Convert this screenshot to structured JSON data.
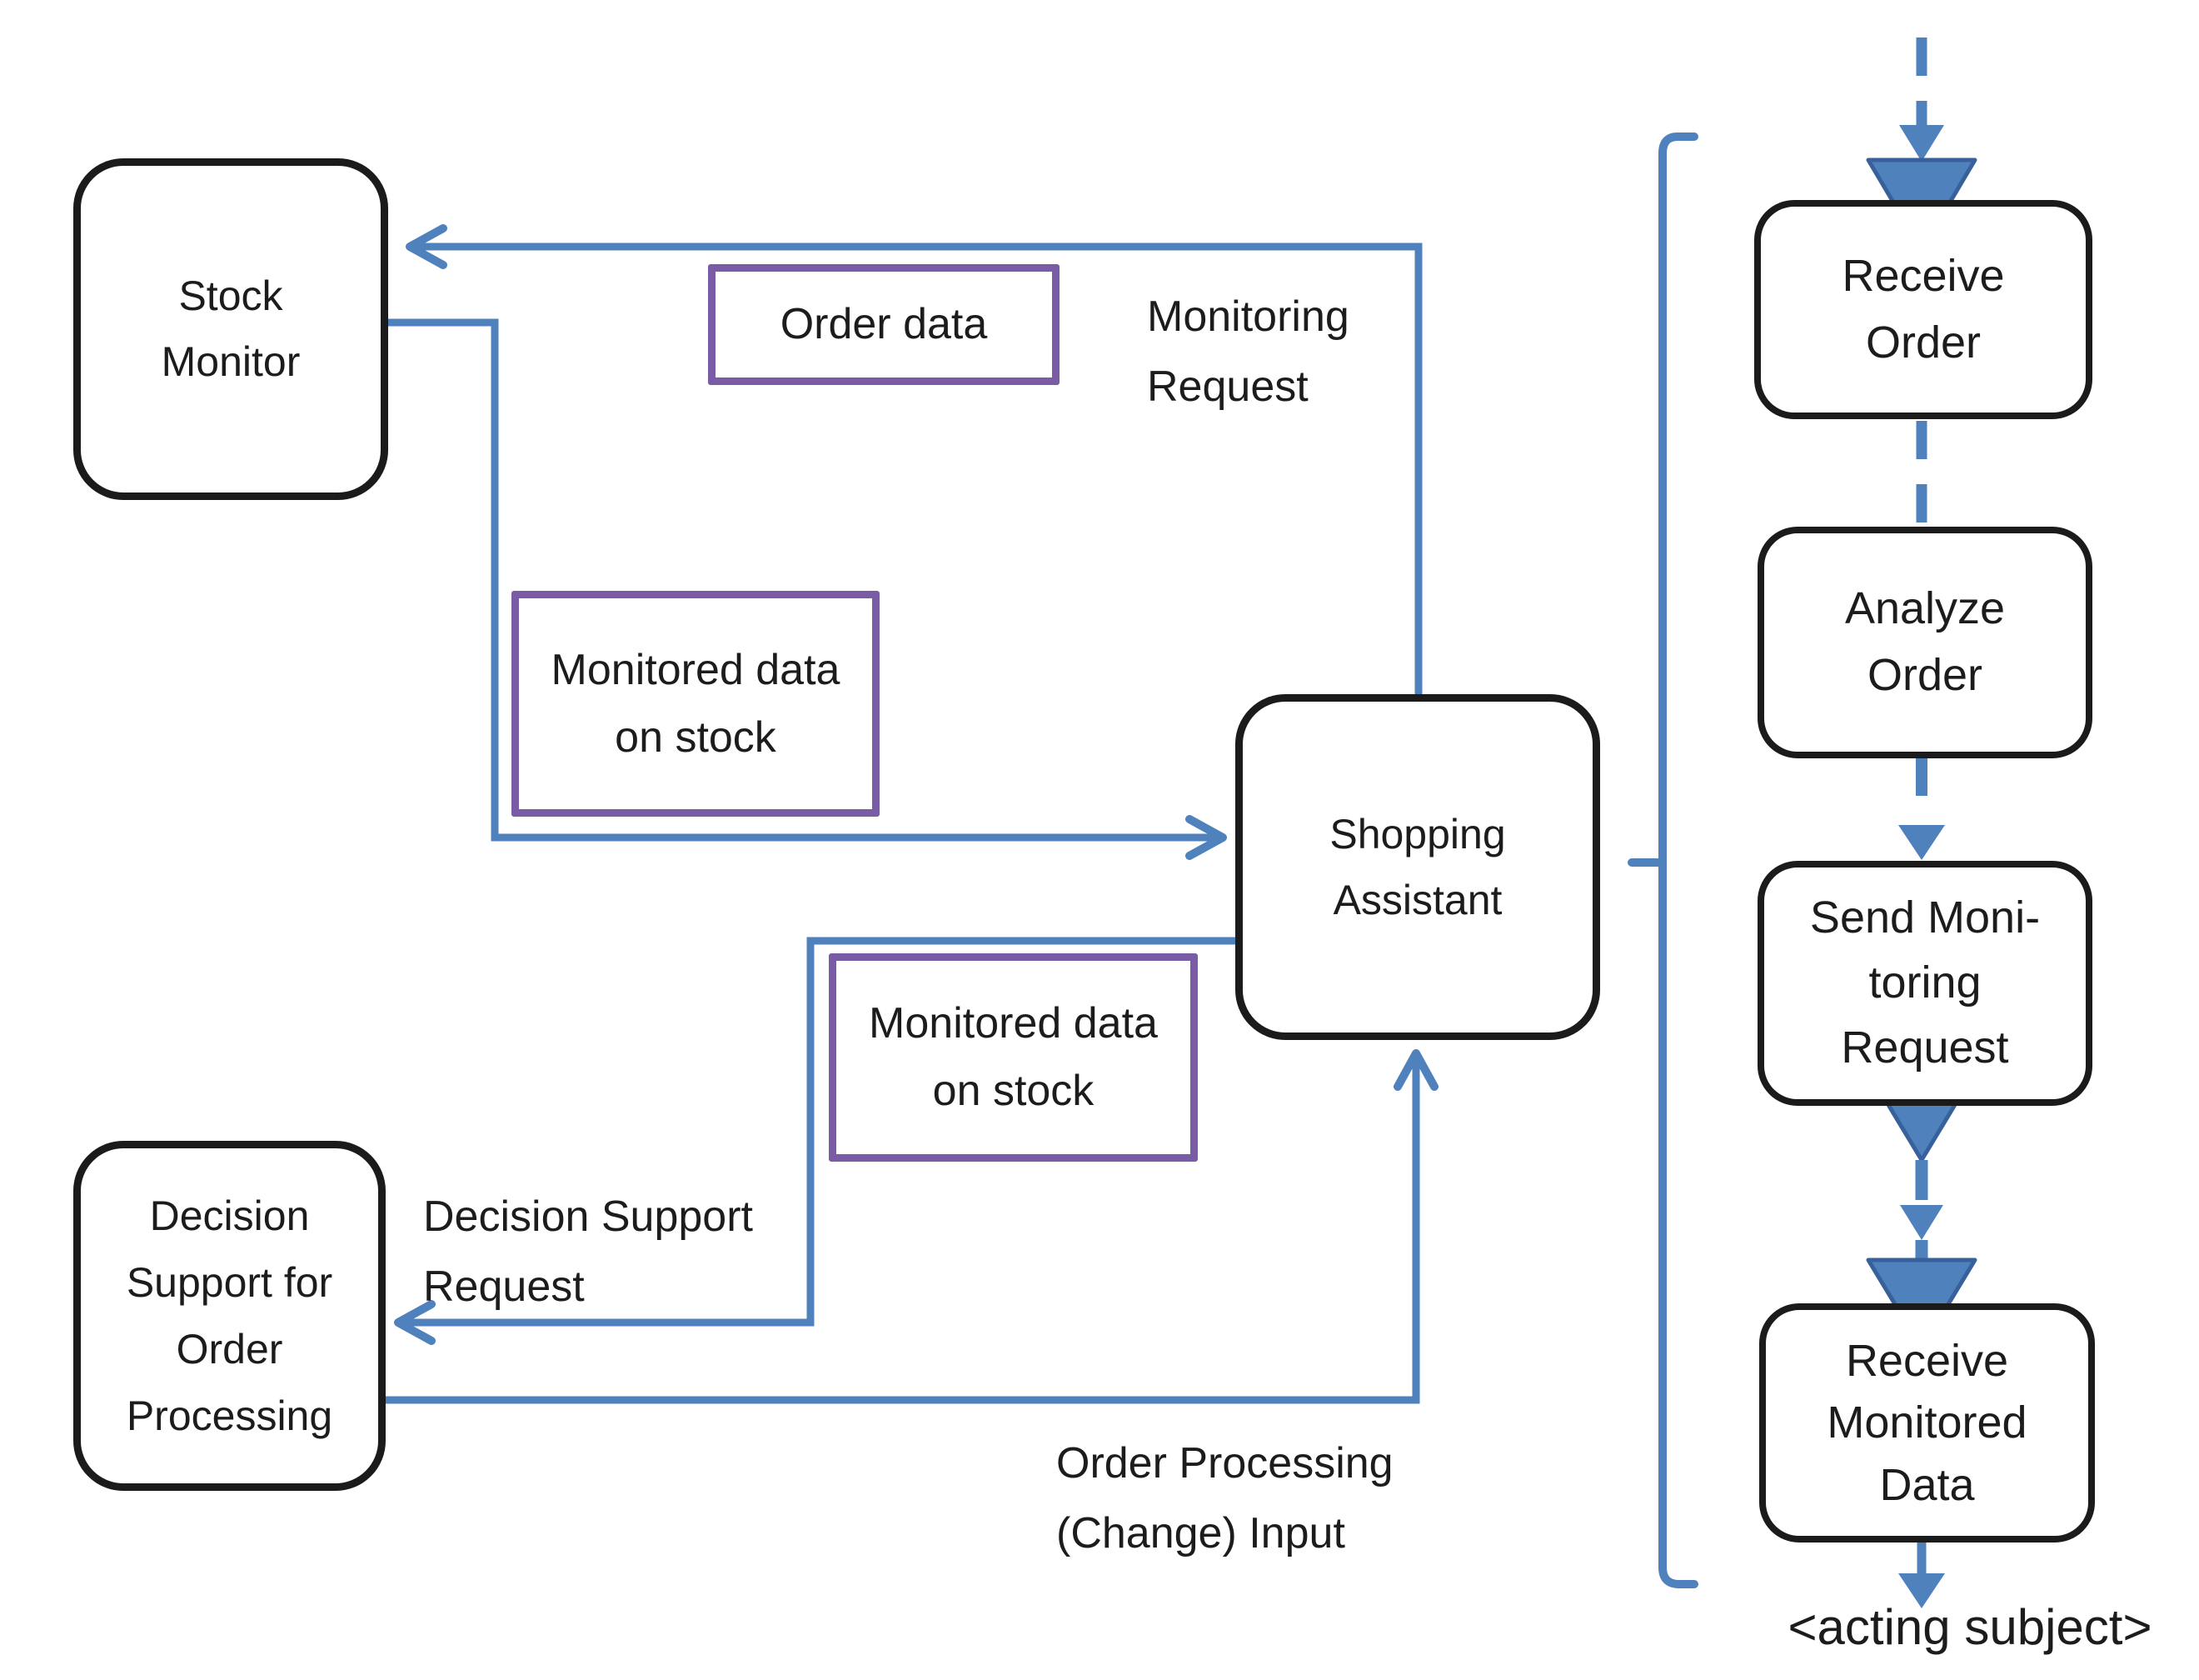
{
  "colors": {
    "connector_blue": "#4f81bd",
    "triangle_edge_blue": "#38619c",
    "annotation_purple": "#7a5ba6",
    "box_border_black": "#1b1b1b",
    "text_black": "#1c1c1c"
  },
  "nodes": {
    "stock_monitor": {
      "label": "Stock\nMonitor"
    },
    "shopping_assistant": {
      "label": "Shopping\nAssistant"
    },
    "decision_support": {
      "label": "Decision\nSupport for\nOrder\nProcessing"
    }
  },
  "data_annotations": {
    "order_data": {
      "label": "Order data"
    },
    "monitored_data_upper": {
      "label": "Monitored data\non stock"
    },
    "monitored_data_lower": {
      "label": "Monitored data\non stock"
    }
  },
  "edge_labels": {
    "monitoring_request": {
      "label": "Monitoring\nRequest"
    },
    "decision_support_request": {
      "label": "Decision Support\nRequest"
    },
    "order_processing_input": {
      "label": "Order Processing\n(Change) Input"
    }
  },
  "process_steps": {
    "receive_order": {
      "label": "Receive\nOrder"
    },
    "analyze_order": {
      "label": "Analyze\nOrder"
    },
    "send_monitoring_request": {
      "label": "Send Moni-\ntoring\nRequest"
    },
    "receive_monitored_data": {
      "label": "Receive\nMonitored\nData"
    }
  },
  "footer": {
    "acting_subject": "<acting subject>"
  }
}
